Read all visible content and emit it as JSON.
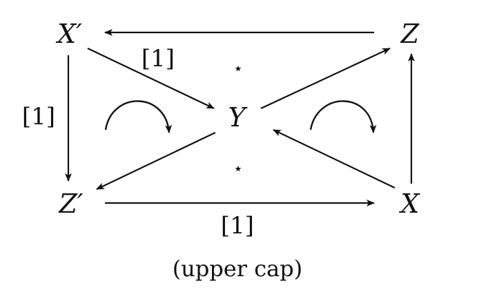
{
  "nodes": {
    "x_prime": "X′",
    "z": "Z",
    "y": "Y",
    "z_prime": "Z′",
    "x": "X"
  },
  "edge_labels": {
    "x_prime_to_y": "[1]",
    "x_prime_to_z_prime": "[1]",
    "z_prime_to_x": "[1]"
  },
  "markers": {
    "star_top": "⋆",
    "star_bottom": "⋆"
  },
  "caption": "(upper cap)"
}
